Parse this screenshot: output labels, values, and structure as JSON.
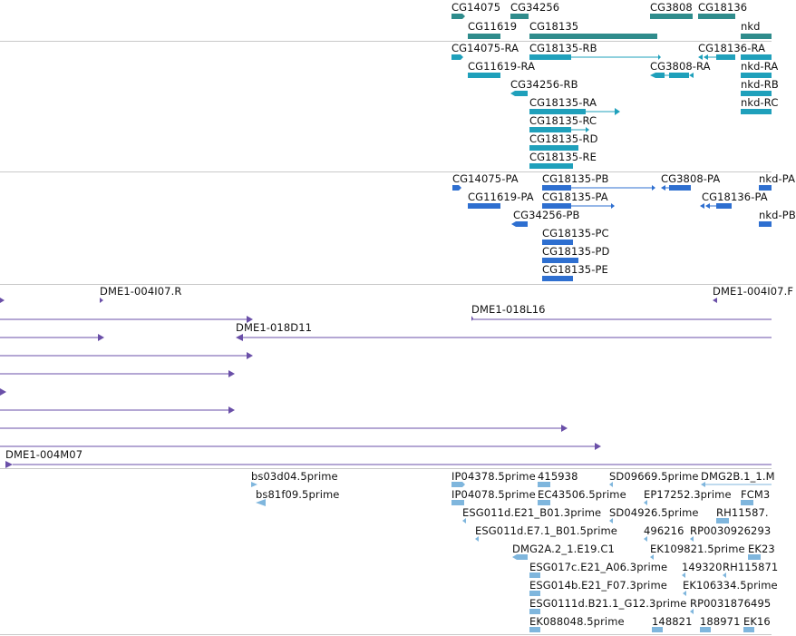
{
  "genes": {
    "labels": [
      "CG14075",
      "CG34256",
      "CG3808",
      "CG18136",
      "CG11619",
      "CG18135",
      "nkd"
    ],
    "color": "#2f8c8c"
  },
  "transcripts": {
    "labels": [
      "CG14075-RA",
      "CG18135-RB",
      "CG18136-RA",
      "CG11619-RA",
      "CG3808-RA",
      "nkd-RA",
      "CG34256-RB",
      "nkd-RB",
      "CG18135-RA",
      "nkd-RC",
      "CG18135-RC",
      "CG18135-RD",
      "CG18135-RE"
    ],
    "color": "#1fa0bb"
  },
  "proteins": {
    "labels": [
      "CG14075-PA",
      "CG18135-PB",
      "CG3808-PA",
      "nkd-PA",
      "CG11619-PA",
      "CG18135-PA",
      "CG18136-PA",
      "CG34256-PB",
      "nkd-PB",
      "CG18135-PC",
      "CG18135-PD",
      "CG18135-PE"
    ],
    "color": "#2e6fd0"
  },
  "clones": {
    "labels": [
      "DME1-004I07.R",
      "DME1-004I07.F",
      "DME1-018L16",
      "DME1-018D11",
      "DME1-004M07"
    ],
    "color": "#6a4fa8"
  },
  "ests": {
    "labels": [
      "bs03d04.5prime",
      "IP04378.5prime",
      "415938",
      "SD09669.5prime",
      "DMG2B.1_1.M",
      "bs81f09.5prime",
      "IP04078.5prime",
      "EC43506.5prime",
      "EP17252.3prime",
      "FCM3",
      "ESG011d.E21_B01.3prime",
      "SD04926.5prime",
      "RH11587.",
      "ESG011d.E7.1_B01.5prime",
      "496216",
      "RP0030926293",
      "DMG2A.2_1.E19.C1",
      "EK109821.5prime",
      "EK23",
      "ESG017c.E21_A06.3prime",
      "149320",
      "RH115871",
      "ESG014b.E21_F07.3prime",
      "EK106334.5prime",
      "ESG0111d.B21.1_G12.3prime",
      "RP0031876495",
      "EK088048.5prime",
      "148821",
      "188971",
      "EK16"
    ],
    "color": "#7fb6dd"
  }
}
